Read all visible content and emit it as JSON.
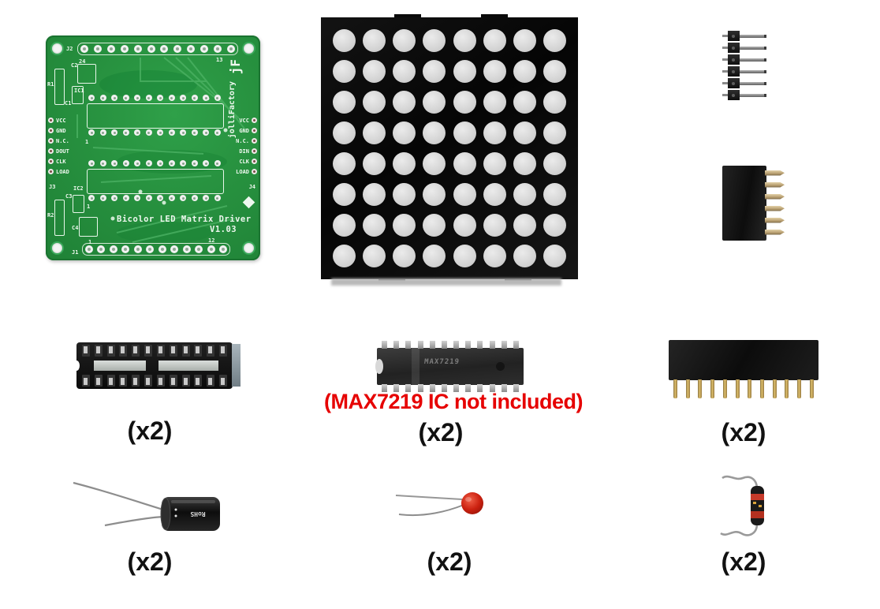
{
  "photo": {
    "description": "Bicolor LED matrix driver electronics kit parts layout",
    "background": "#ffffff"
  },
  "colors": {
    "pcb_green": "#27913f",
    "silkscreen": "#eef8ef",
    "matrix_body": "#0b0b0b",
    "led_dot": "#d8d8d8",
    "note_red": "#e60000",
    "label_black": "#111111",
    "header_gold": "#dcbd6b"
  },
  "pcb": {
    "connector_j2": "J2",
    "pin24": "24",
    "pin13": "13",
    "logo": "jF",
    "brand": "jolliFactory",
    "ic1": "IC1",
    "ic1_pin1": "1",
    "ic2": "IC2",
    "ic2_pin1": "1",
    "left_pins": [
      "VCC",
      "GND",
      "N.C.",
      "DOUT",
      "CLK",
      "LOAD"
    ],
    "right_pins": [
      "VCC",
      "GND",
      "N.C.",
      "DIN",
      "CLK",
      "LOAD"
    ],
    "connector_j3": "J3",
    "connector_j4": "J4",
    "r1": "R1",
    "r2": "R2",
    "c1": "C1",
    "c2": "C2",
    "c3": "C3",
    "c4": "C4",
    "title": "Bicolor LED Matrix Driver",
    "version": "V1.03",
    "connector_j1": "J1",
    "pin1": "1",
    "pin12": "12",
    "edge_hole_count": 12,
    "ic_row_hole_count": 12,
    "side_hole_count": 6
  },
  "led_matrix": {
    "rows": 8,
    "cols": 8,
    "dot_count": 64
  },
  "male_header_6pin": {
    "pin_count": 6
  },
  "female_header_6pin": {
    "pin_count": 6
  },
  "ic_socket_24pin": {
    "contacts_per_row": 12
  },
  "max7219": {
    "marking": "MAX7219",
    "note": "(MAX7219 IC not included)",
    "note_color": "#e60000",
    "pins_per_row": 12
  },
  "female_header_12pin": {
    "pin_count": 12
  },
  "electrolytic_capacitor": {
    "marking": "RoHS"
  },
  "quantity_labels": [
    "(x2)",
    "(x2)",
    "(x2)",
    "(x2)",
    "(x2)",
    "(x2)"
  ]
}
